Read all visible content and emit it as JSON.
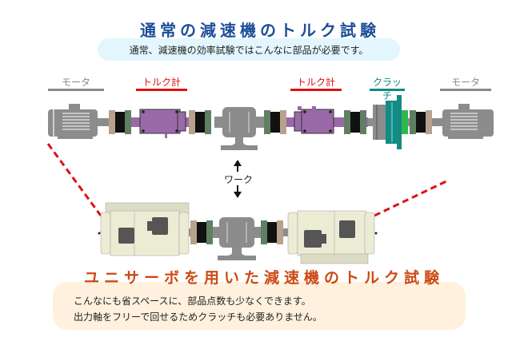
{
  "top_section": {
    "title": "通常の減速機のトルク試験",
    "subtitle": "通常、減速機の効率試験ではこんなに部品が必要です。",
    "labels": [
      {
        "text": "モータ",
        "color": "#8a8a8a"
      },
      {
        "text": "トルク計",
        "color": "#e01010"
      },
      {
        "text": "トルク計",
        "color": "#e01010"
      },
      {
        "text": "クラッチ",
        "color": "#138a84"
      },
      {
        "text": "モータ",
        "color": "#8a8a8a"
      }
    ]
  },
  "middle": {
    "work_label": "ワーク",
    "arrow_up": "↑",
    "arrow_down": "↓"
  },
  "bottom_section": {
    "title": "ユニサーボを用いた減速機のトルク試験",
    "lines": [
      "こんなにも省スペースに、部品点数も少なくできます。",
      "出力軸をフリーで回せるためクラッチも必要ありません。"
    ]
  },
  "colors": {
    "title_blue": "#1d4e9a",
    "title_orange": "#cc4a14",
    "motor_gray": "#8c8c8c",
    "torque_purple": "#9a6aa8",
    "clutch_teal": "#138a84",
    "servo_cream": "#e8e8d0",
    "dash_red": "#e01010"
  }
}
